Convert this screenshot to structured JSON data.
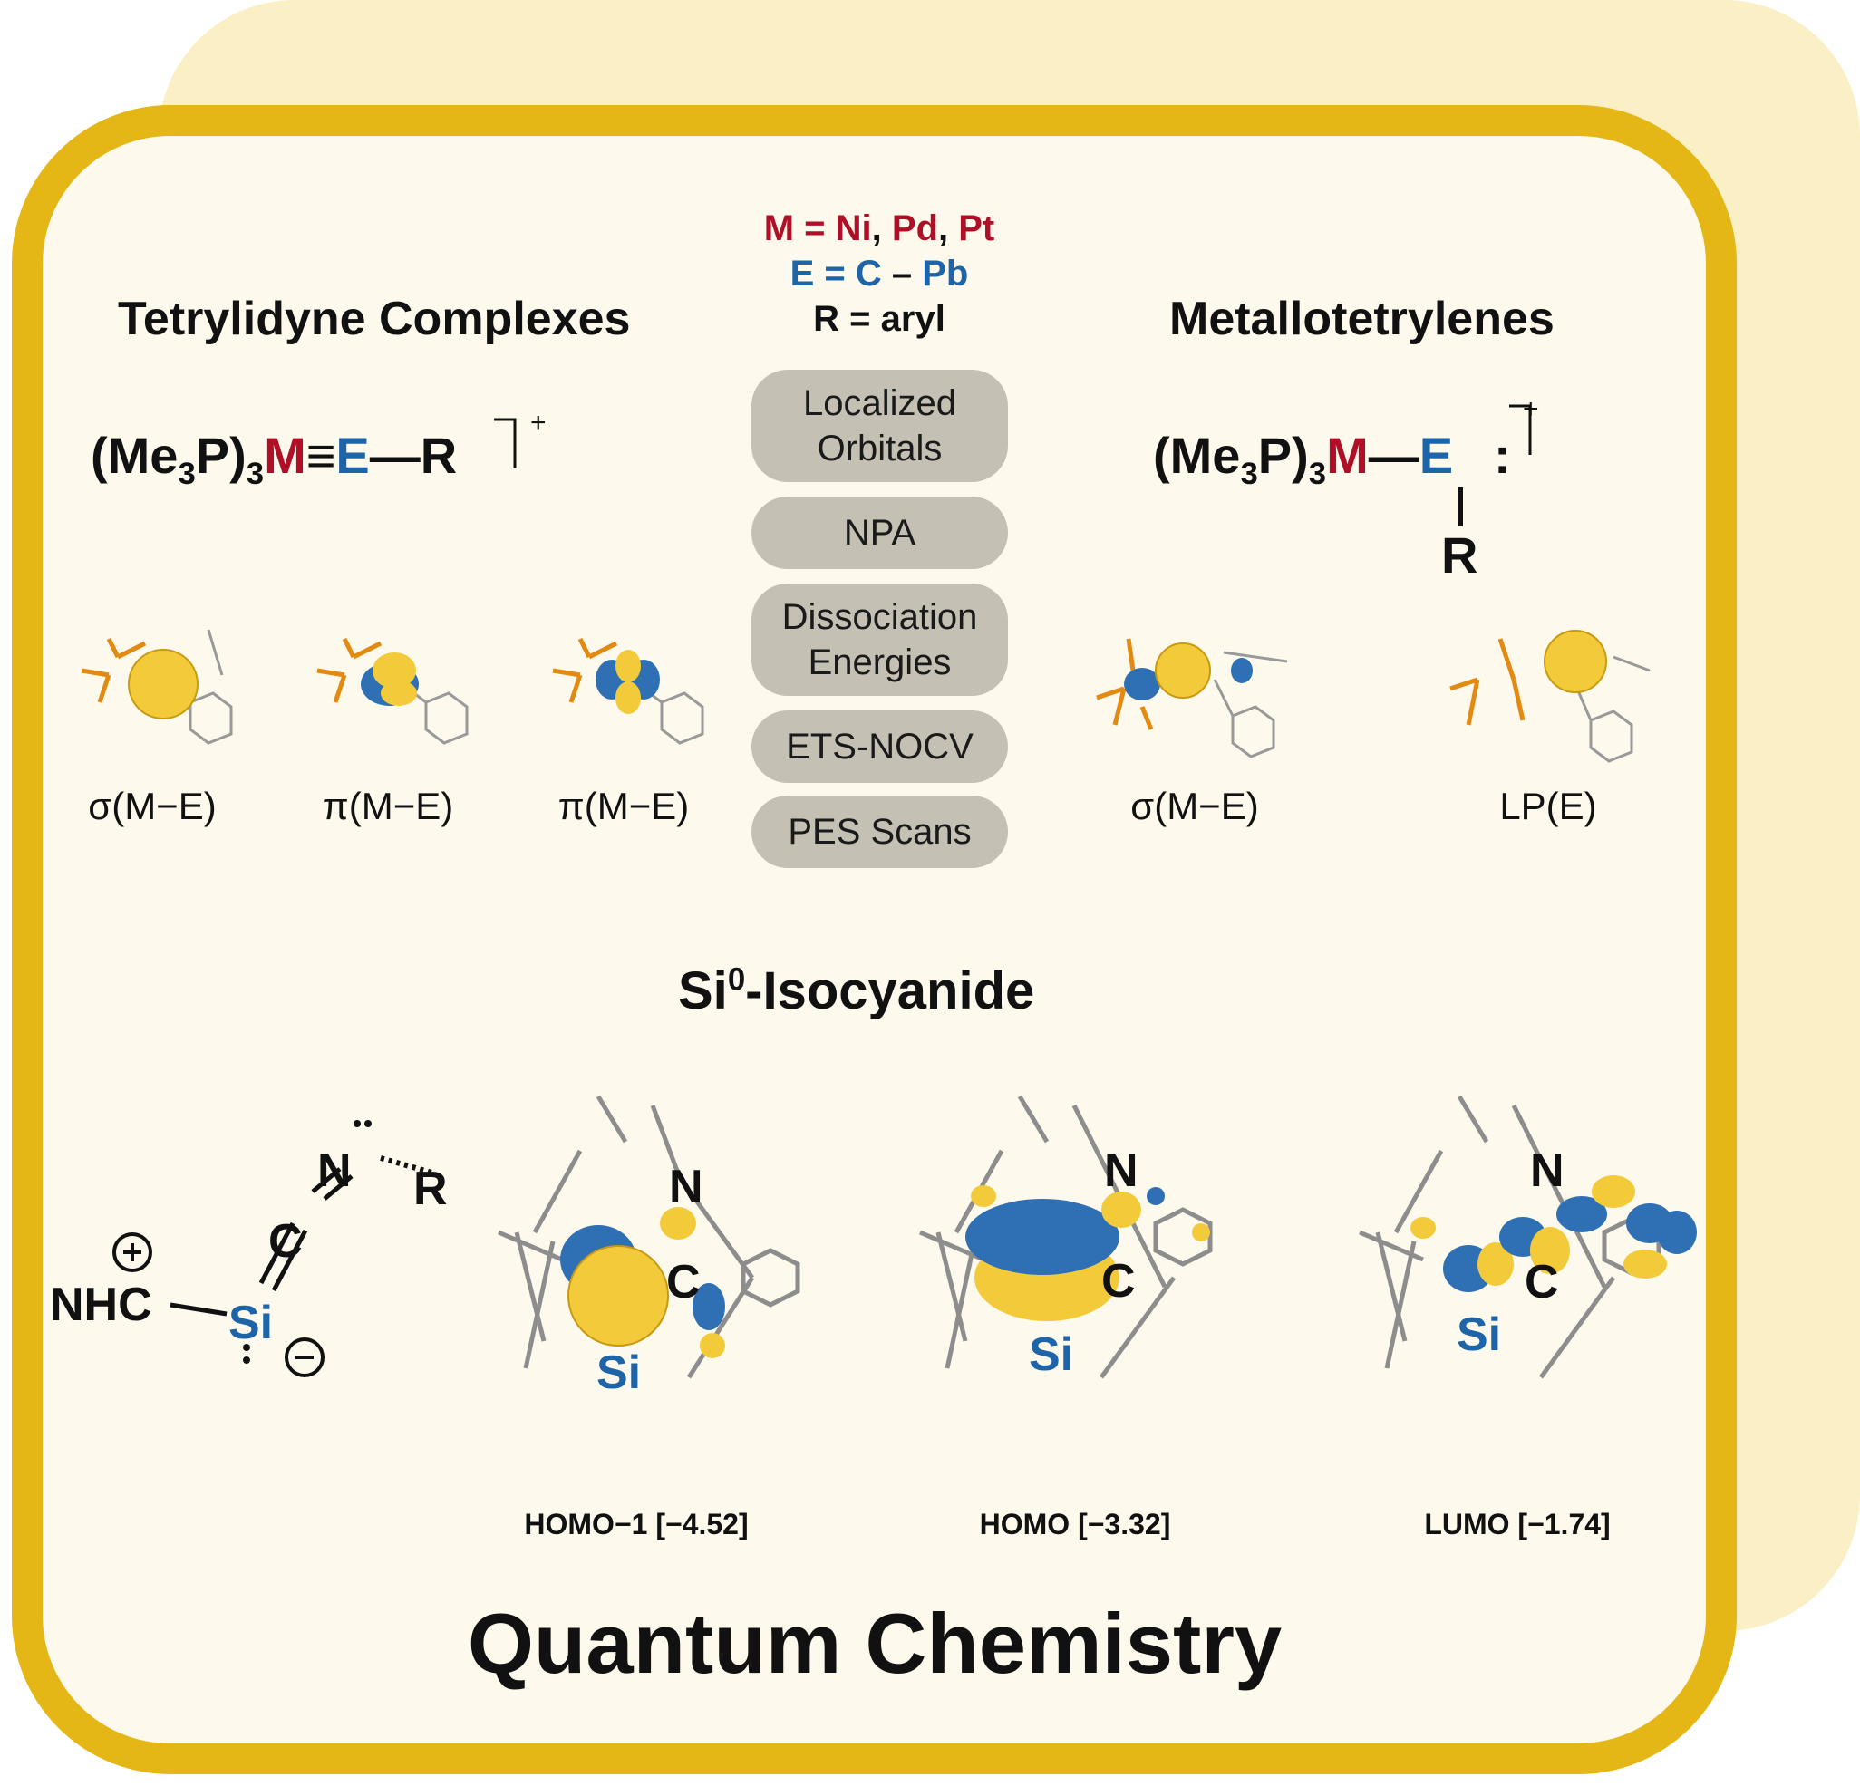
{
  "titles": {
    "left": "Tetrylidyne Complexes",
    "right": "Metallotetrylenes",
    "bottom_prefix": "Si",
    "bottom_sup": "0",
    "bottom_suffix": "-Isocyanide",
    "footer": "Quantum Chemistry"
  },
  "legend": {
    "line1": {
      "lead": "M = ",
      "items": [
        "Ni",
        "Pd",
        "Pt"
      ],
      "sep": ", "
    },
    "line2": {
      "lead": "E = ",
      "from": "C",
      "dash": " – ",
      "to": "Pb"
    },
    "line3": "R = aryl"
  },
  "methods": [
    "Localized Orbitals",
    "NPA",
    "Dissociation Energies",
    "ETS-NOCV",
    "PES Scans"
  ],
  "formula_left": {
    "pre": "(Me",
    "sub1": "3",
    "mid": "P)",
    "sub2": "3",
    "metal": "M",
    "bond": "≡",
    "element": "E",
    "bond2": "—",
    "r": "R",
    "charge": "+"
  },
  "formula_right": {
    "pre": "(Me",
    "sub1": "3",
    "mid": "P)",
    "sub2": "3",
    "metal": "M",
    "bond": "—",
    "element": "E",
    "lone_pair": ":",
    "r": "R",
    "charge": "+"
  },
  "orbitals_left": [
    "σ(M−E)",
    "π(M−E)",
    "π(M−E)"
  ],
  "orbitals_right": [
    "σ(M−E)",
    "LP(E)"
  ],
  "isocyanide": {
    "nhc": "NHC",
    "si": "Si",
    "c": "C",
    "n": "N",
    "r": "R",
    "plus": "+",
    "minus": "−"
  },
  "mo_panels": [
    {
      "label": "HOMO−1 [−4.52]",
      "si": "Si",
      "c": "C",
      "n": "N"
    },
    {
      "label": "HOMO [−3.32]",
      "si": "Si",
      "c": "C",
      "n": "N"
    },
    {
      "label": "LUMO [−1.74]",
      "si": "Si",
      "c": "C",
      "n": "N"
    }
  ],
  "colors": {
    "card_border": "#e4b716",
    "card_fill": "#fdf9ec",
    "back_card": "#fbefc6",
    "pill": "#c4c0b4",
    "metal_red": "#b01027",
    "element_blue": "#1d64a8",
    "lobe_gold": "#f3cb3a",
    "lobe_blue": "#2f6fb3"
  }
}
